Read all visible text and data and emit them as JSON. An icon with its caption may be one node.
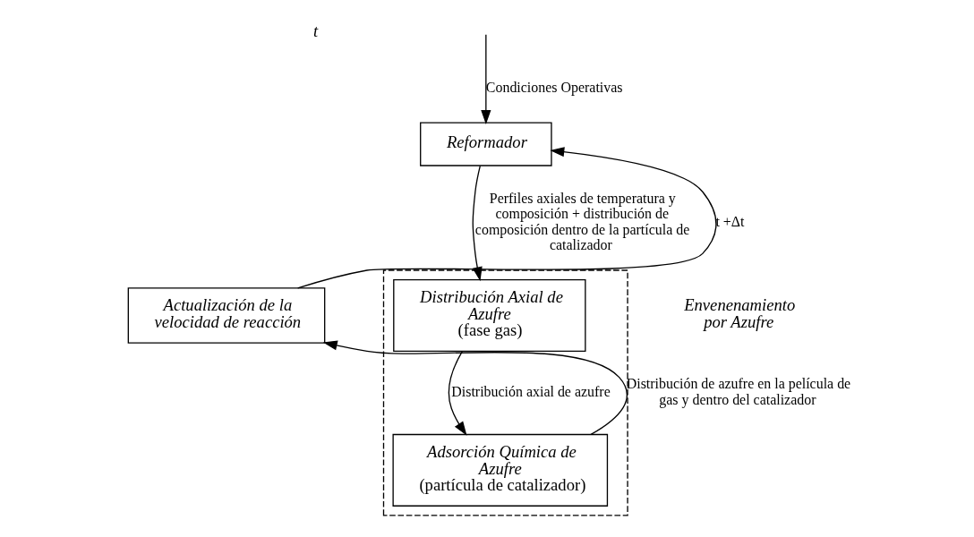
{
  "diagram": {
    "nodes": [
      {
        "text": [
          "Reformador"
        ]
      },
      {
        "text": [],
        "shape": "box",
        "beside": [
          "Envenenamiento por Azufre"
        ]
      },
      {
        "text": [
          "Distribución Axial de Azufre",
          "(fase gas)"
        ],
        "in": 1
      },
      {
        "text": [
          "Adsorción Química de Azufre",
          "(partícula de catalizador)"
        ],
        "in": 1
      },
      {
        "text": [
          "Actualización de la velocidad de reacción"
        ]
      }
    ],
    "edges": [
      {
        "from": null,
        "to": 0,
        "arrow": "to",
        "label": "Condiciones Operativas"
      },
      {
        "from": 0,
        "to": 2,
        "arrow": "to",
        "label": "Perfiles axiales de temperatura y composición + distribución de composición dentro de la partícula de catalizador"
      },
      {
        "from": 2,
        "to": 3,
        "arrow": "to",
        "label": "Distribución axial de azufre"
      },
      {
        "from": 3,
        "to": 4,
        "arrow": "to",
        "label": "Distribución de azufre en la película de gas y dentro del catalizador"
      },
      {
        "from": 4,
        "to": 0,
        "arrow": "to",
        "label": "t +Δt"
      }
    ],
    "labels": [
      "t"
    ]
  }
}
